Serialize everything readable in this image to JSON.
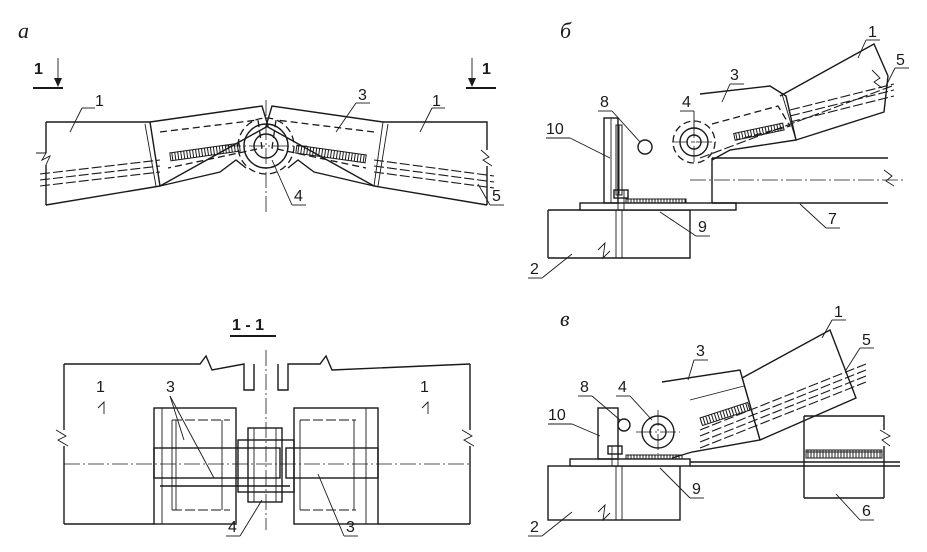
{
  "panels": {
    "a": {
      "letter": "а",
      "section_marks": [
        "1",
        "1"
      ],
      "labels": [
        "1",
        "3",
        "1",
        "4",
        "5"
      ]
    },
    "b": {
      "letter": "б",
      "labels": [
        "1",
        "3",
        "5",
        "4",
        "8",
        "10",
        "9",
        "7",
        "2"
      ]
    },
    "c": {
      "letter": "в",
      "labels": [
        "1",
        "5",
        "3",
        "4",
        "8",
        "10",
        "9",
        "6",
        "2"
      ]
    },
    "section": {
      "title": "1 - 1",
      "labels": [
        "1",
        "1",
        "3",
        "4",
        "3"
      ]
    }
  }
}
